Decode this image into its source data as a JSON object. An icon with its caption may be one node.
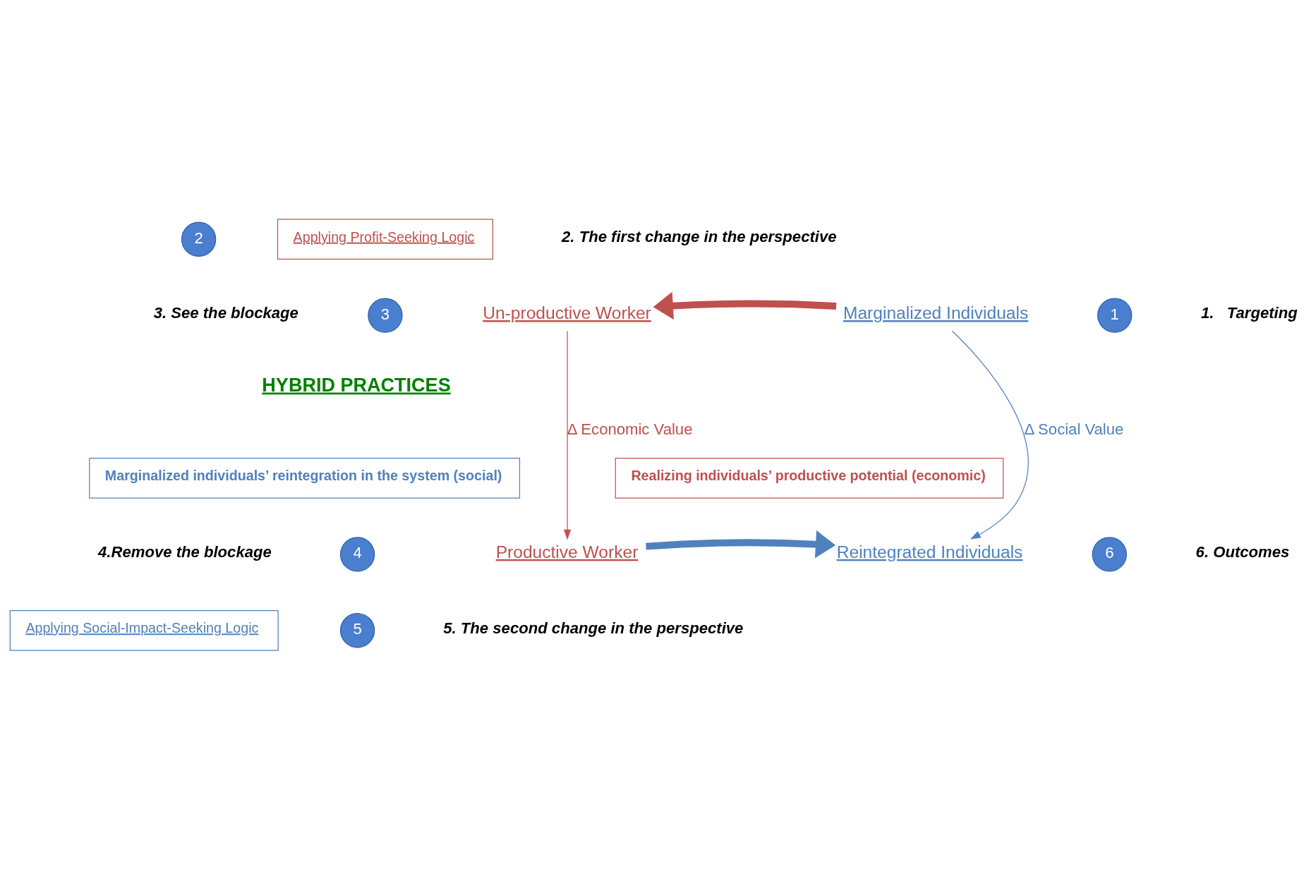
{
  "diagram": {
    "nodes": [
      {
        "text": [
          "Marginalized Individuals"
        ]
      },
      {
        "text": [
          "Un-productive Worker"
        ]
      },
      {
        "text": [
          "Applying Profit-Seeking Logic"
        ]
      },
      {
        "text": [
          "Realizing individuals’ productive potential (economic)"
        ]
      },
      {
        "text": [
          "Marginalized individuals’ reintegration in the system (social)"
        ]
      },
      {
        "text": [
          "Productive Worker"
        ]
      },
      {
        "text": [
          "Reintegrated Individuals"
        ]
      },
      {
        "text": [
          "Applying Social-Impact-Seeking Logic"
        ]
      },
      {
        "text": [
          "1"
        ]
      },
      {
        "text": [
          "2"
        ]
      },
      {
        "text": [
          "3"
        ]
      },
      {
        "text": [
          "4"
        ]
      },
      {
        "text": [
          "5"
        ]
      },
      {
        "text": [
          "6"
        ]
      }
    ],
    "edges": [
      {
        "from": 0,
        "to": 1,
        "arrow": "to",
        "style": "thick",
        "color": "#c0504d"
      },
      {
        "from": 5,
        "to": 6,
        "arrow": "to",
        "style": "thick",
        "color": "#4f81bd"
      },
      {
        "from": 1,
        "to": 5,
        "arrow": "to",
        "label": "Δ Economic Value",
        "color": "#c0504d"
      },
      {
        "from": 0,
        "to": 6,
        "arrow": "to",
        "label": "Δ Social Value",
        "color": "#4f81bd"
      }
    ],
    "labels": [
      "2. The first change in the perspective",
      "3. See the blockage",
      "1.   Targeting",
      "HYBRID PRACTICES",
      "4.Remove the blockage",
      "6. Outcomes",
      "5. The second change in the perspective"
    ]
  }
}
